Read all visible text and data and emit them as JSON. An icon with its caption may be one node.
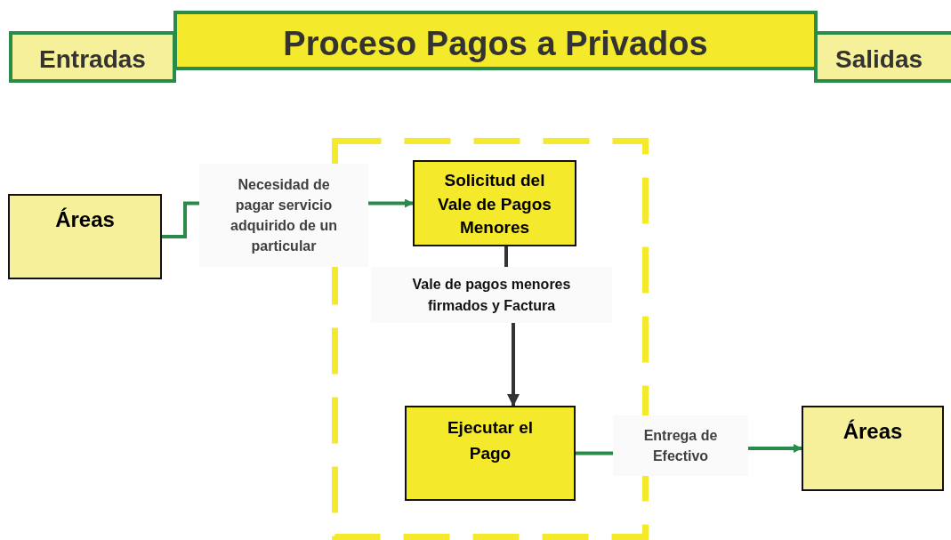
{
  "diagram": {
    "nodes": [
      {
        "text": [
          "Entradas"
        ]
      },
      {
        "text": [
          "Proceso Pagos a Privados"
        ]
      },
      {
        "text": [
          "Salidas"
        ]
      },
      {
        "text": [],
        "shape": "box"
      },
      {
        "text": [
          "Áreas"
        ]
      },
      {
        "text": [
          "Solicitud del Vale de Pagos Menores"
        ],
        "in": 3
      },
      {
        "text": [
          "Ejecutar el Pago"
        ],
        "in": 3
      },
      {
        "text": [
          "Áreas"
        ]
      }
    ],
    "edges": [
      {
        "from": 4,
        "to": 5,
        "arrow": "to",
        "label": "Necesidad de pagar servicio adquirido de un particular"
      },
      {
        "from": 5,
        "to": 6,
        "arrow": "to",
        "label": "Vale de pagos menores firmados y Factura",
        "color": "#333333"
      },
      {
        "from": 6,
        "to": 7,
        "arrow": "to",
        "label": "Entrega de Efectivo"
      }
    ]
  }
}
